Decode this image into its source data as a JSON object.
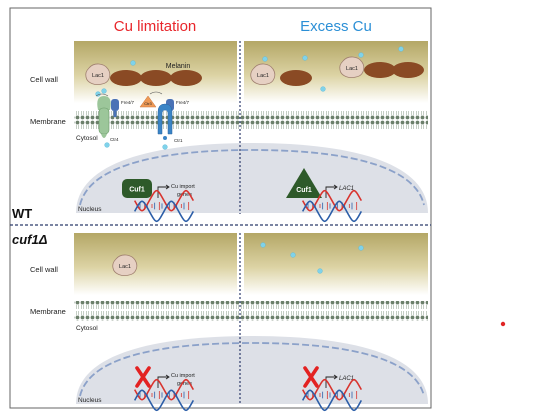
{
  "header": {
    "left_title": "Cu limitation",
    "right_title": "Excess Cu",
    "left_color": "#e8262b",
    "right_color": "#2b8fd6"
  },
  "row_labels": {
    "cell_wall": "Cell wall",
    "membrane": "Membrane",
    "cytosol": "Cytosol",
    "nucleus": "Nucleus"
  },
  "strains": {
    "wt": "WT",
    "mutant": "cuf1Δ"
  },
  "molecules": {
    "lac1": "Lac1",
    "melanin": "Melanin",
    "cuf1": "Cuf1",
    "fre47": "Fre4/7",
    "ctr4": "Ctr4",
    "ctr1": "Ctr1",
    "ctr3": "Ctr3"
  },
  "genes": {
    "cu_import_line1": "Cu import",
    "cu_import_line2": "genes",
    "lac1_gene": "LAC1"
  },
  "colors": {
    "wall_top": "#b4a766",
    "wall_bottom": "#ffffff",
    "melanin": "#8a4a24",
    "lac1": "#e6d0c3",
    "cuf1": "#2e5a2a",
    "copper": "#7fd2ea",
    "dna_red": "#d8342f",
    "dna_blue": "#2c5ea8",
    "nucleus": "#dde0e7",
    "membrane": "#6b7f6a",
    "ctr4": "#9cc69a",
    "ctr1": "#3a84c6",
    "fre47": "#4a72b6",
    "ctr3": "#ef9a57",
    "stray_dot": "#e02424"
  },
  "icons": {
    "deletion_mark": "red-x-icon",
    "promoter_arrow": "promoter-arrow-icon",
    "stray_dot": "red-dot"
  }
}
